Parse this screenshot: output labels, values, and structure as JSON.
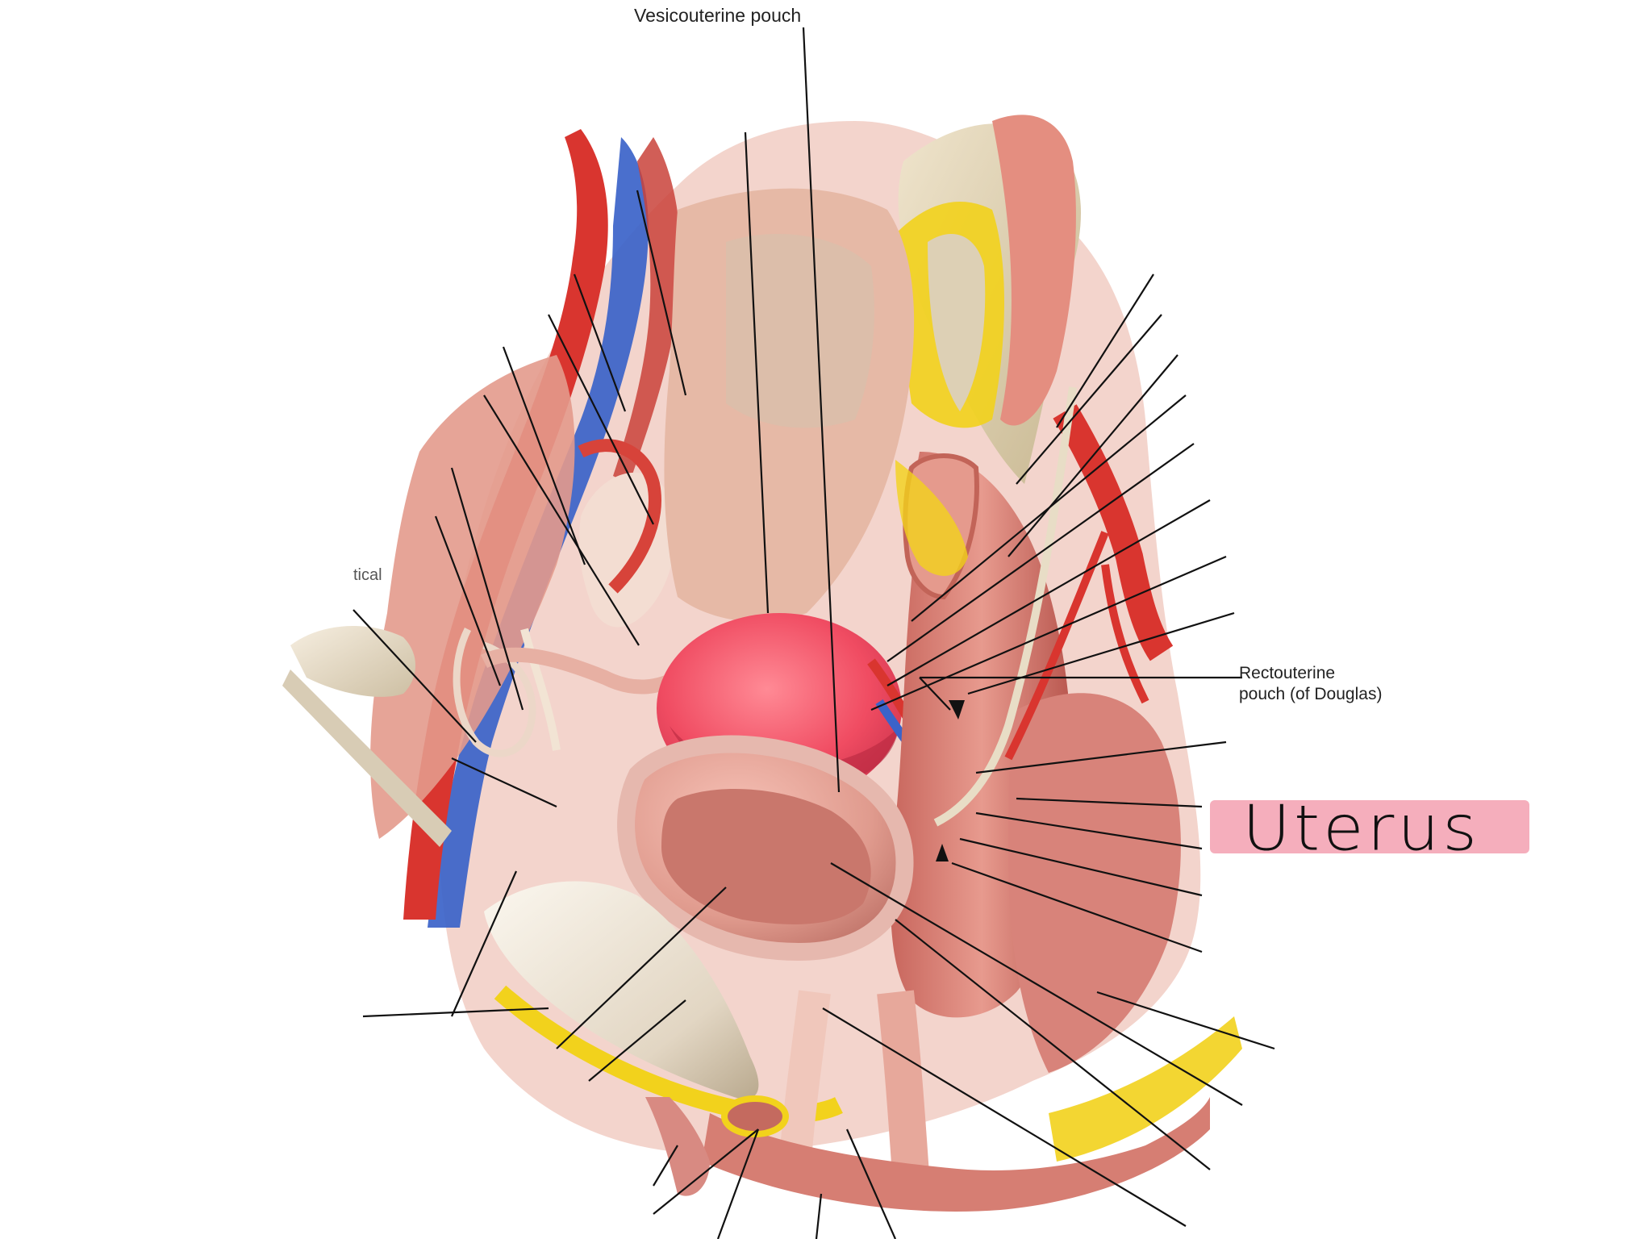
{
  "labels": {
    "vesicouterine": "Vesicouterine pouch",
    "rectouterine_line1": "Rectouterine",
    "rectouterine_line2": "pouch (of Douglas)",
    "partial_left": "tical"
  },
  "annotation": {
    "text": "Uterus",
    "highlight_color": "#f4a7b6"
  },
  "colors": {
    "artery": "#d9352f",
    "vein": "#3b63c9",
    "fat": "#f2d21c",
    "muscle": "#d9827a",
    "uterus": "#ec4a5f",
    "bone": "#ece2cc"
  }
}
